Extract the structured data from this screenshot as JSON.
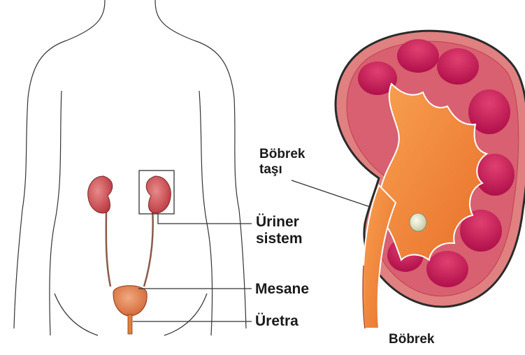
{
  "labels": {
    "kidney_stone_line1": "Böbrek",
    "kidney_stone_line2": "taşı",
    "urinary_system_line1": "Üriner",
    "urinary_system_line2": "sistem",
    "bladder": "Mesane",
    "urethra": "Üretra",
    "kidney": "Böbrek"
  },
  "colors": {
    "outline": "#333333",
    "kidney_red": "#c8323c",
    "kidney_pink": "#e07878",
    "pyramid_magenta": "#c01850",
    "pelvis_orange": "#f08a3c",
    "stone": "#e8ecd0"
  }
}
